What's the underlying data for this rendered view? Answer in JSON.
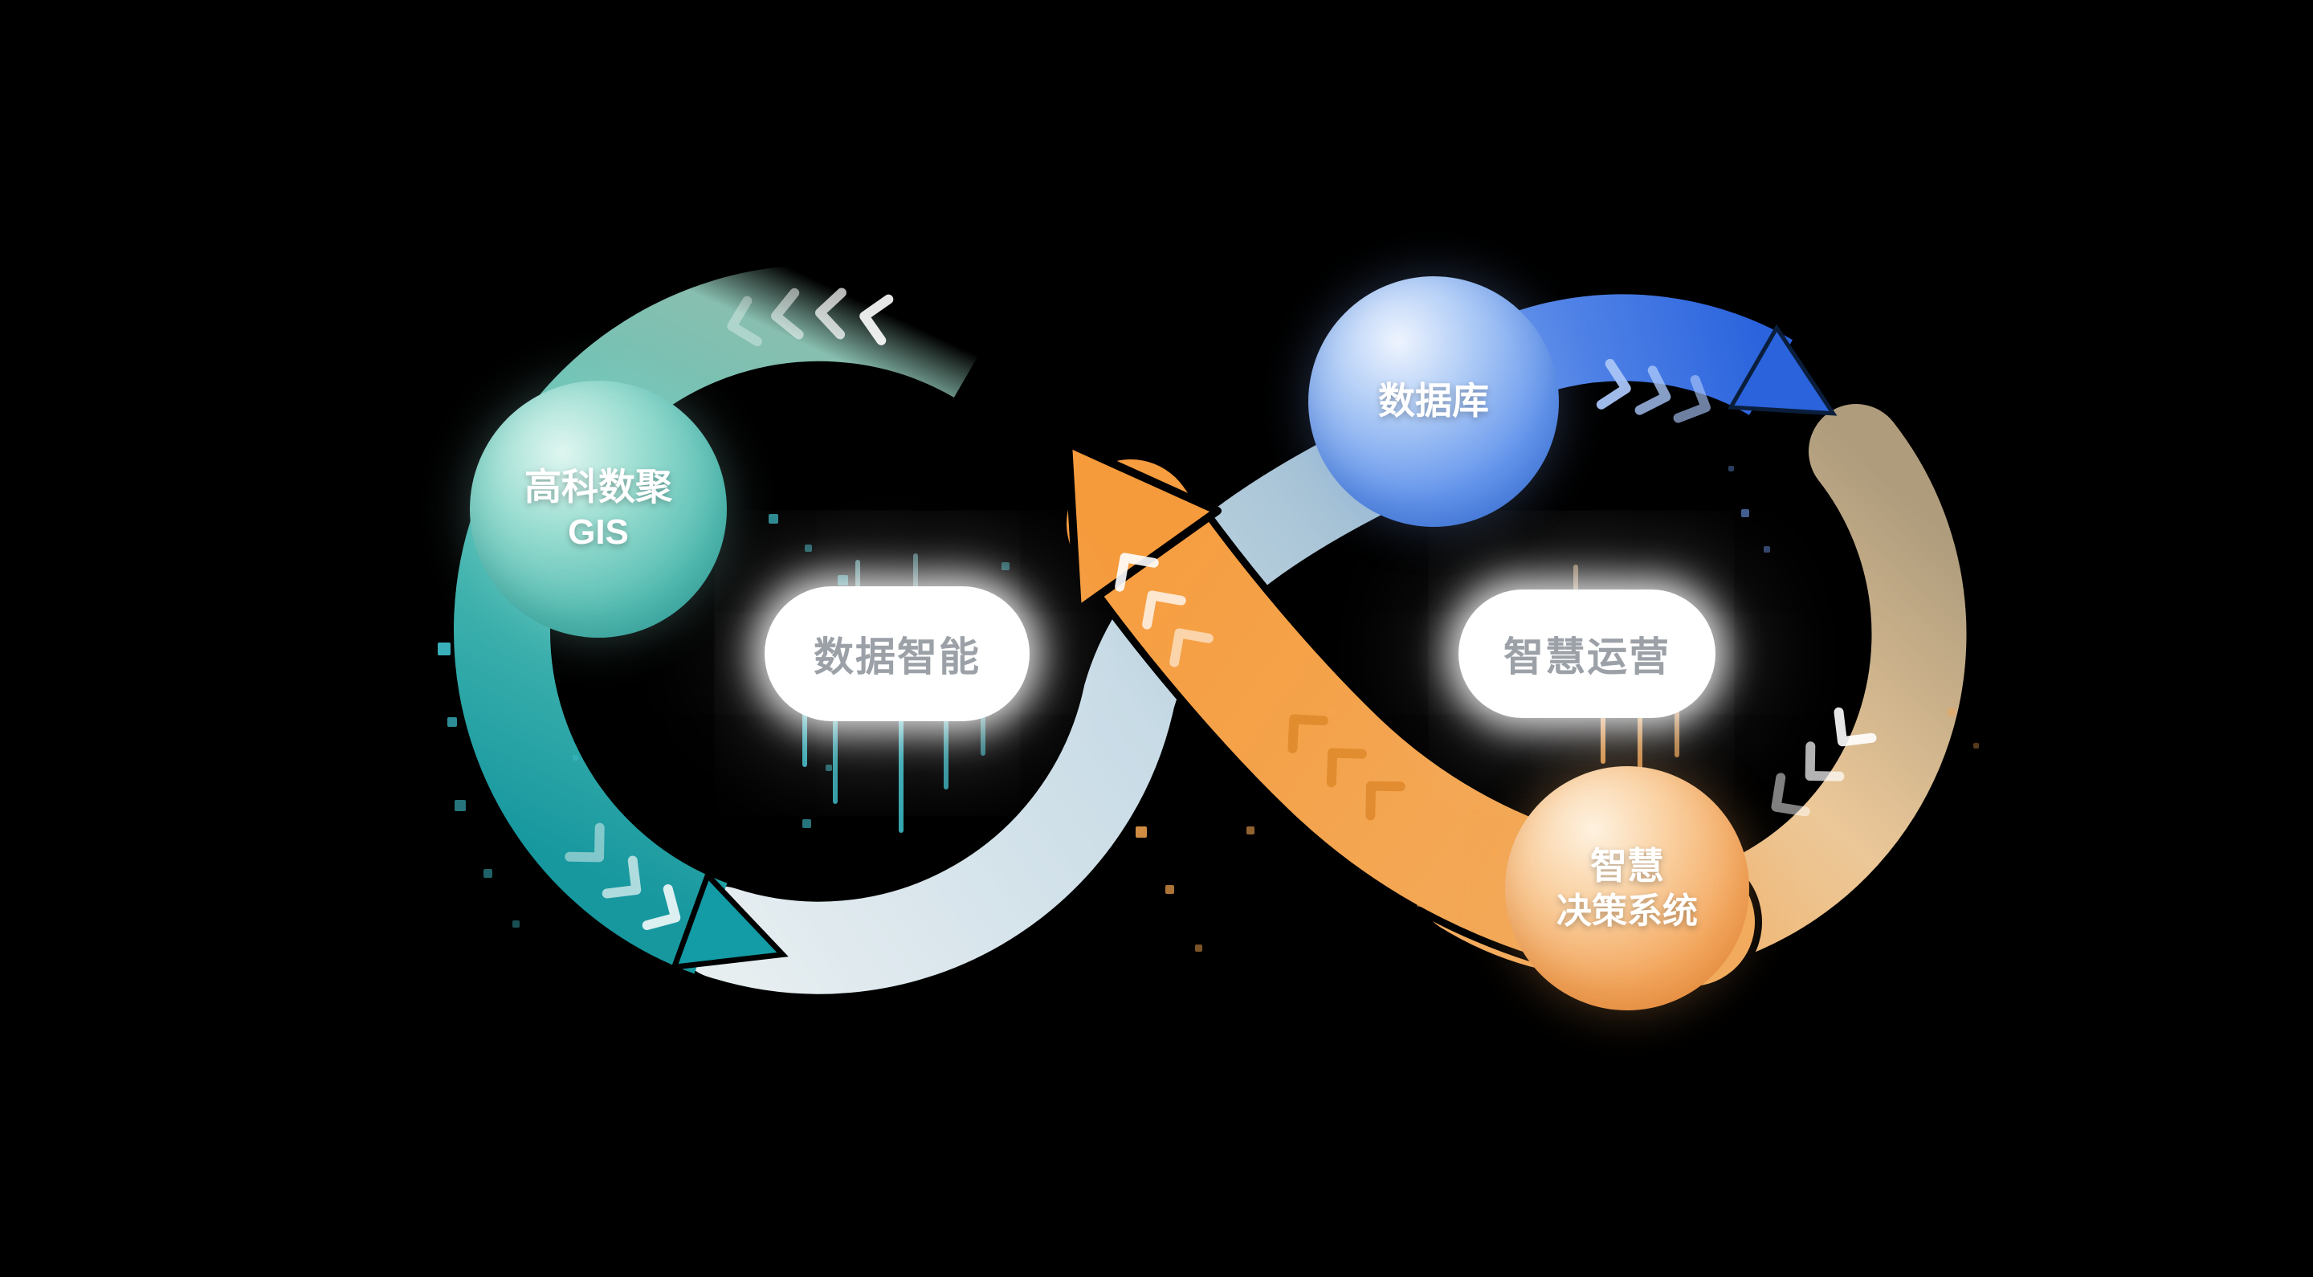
{
  "diagram": {
    "background_color": "#000000",
    "nodes": {
      "gis": {
        "line1": "高科数聚",
        "line2": "GIS",
        "color": "#3FAFA8"
      },
      "database": {
        "label": "数据库",
        "color": "#4A82E6"
      },
      "decision": {
        "line1": "智慧",
        "line2": "决策系统",
        "color": "#F09A4A"
      }
    },
    "pills": {
      "left": {
        "label": "数据智能"
      },
      "right": {
        "label": "智慧运营"
      }
    },
    "colors": {
      "teal_arc": "#2BA8AC",
      "teal_light": "#8FDCC9",
      "blue_arc": "#2E6BE0",
      "pale_band": "#CFE9F8",
      "orange_band": "#F59E3F",
      "peach_arc": "#F6C68E",
      "pill_text": "#9CA1A8"
    }
  }
}
